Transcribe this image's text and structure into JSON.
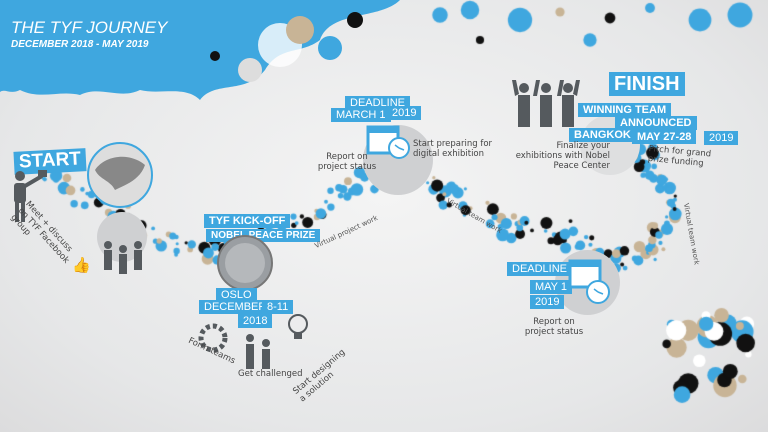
{
  "header": {
    "title": "THE TYF JOURNEY",
    "subtitle": "DECEMBER 2018 - MAY 2019"
  },
  "colors": {
    "blue": "#3fa7df",
    "tan": "#c8b496",
    "black": "#111111",
    "grey": "#cfd0d2",
    "dark": "#555a5e"
  },
  "start": {
    "label": "START",
    "note_lines": [
      "Meet + discuss",
      "on TYF Facebook",
      "group"
    ]
  },
  "kickoff": {
    "title": "TYF KICK-OFF",
    "subtitle": "NOBEL PEACE PRIZE",
    "city": "OSLO",
    "month": "DECEMBER",
    "days": "8-11",
    "year": "2018",
    "activities": [
      "Form teams",
      "Get challenged",
      "Start designing a solution"
    ]
  },
  "deadline1": {
    "title": "DEADLINE",
    "date": "MARCH 1",
    "year": "2019",
    "notes": [
      "Report on project status",
      "Start preparing for digital exhibition"
    ]
  },
  "deadline2": {
    "title": "DEADLINE",
    "date": "MAY 1",
    "year": "2019",
    "note": "Report on project status"
  },
  "finish": {
    "label": "FINISH",
    "line1": "WINNING TEAM",
    "line2": "ANNOUNCED",
    "city": "BANGKOK",
    "dates": "MAY 27-28",
    "year": "2019",
    "notes": [
      "Finalize your exhibitions with Nobel Peace Center",
      "Pitch for grand prize funding"
    ]
  },
  "path_labels": [
    "Virtual project work",
    "Virtual team work",
    "Virtual team work"
  ]
}
